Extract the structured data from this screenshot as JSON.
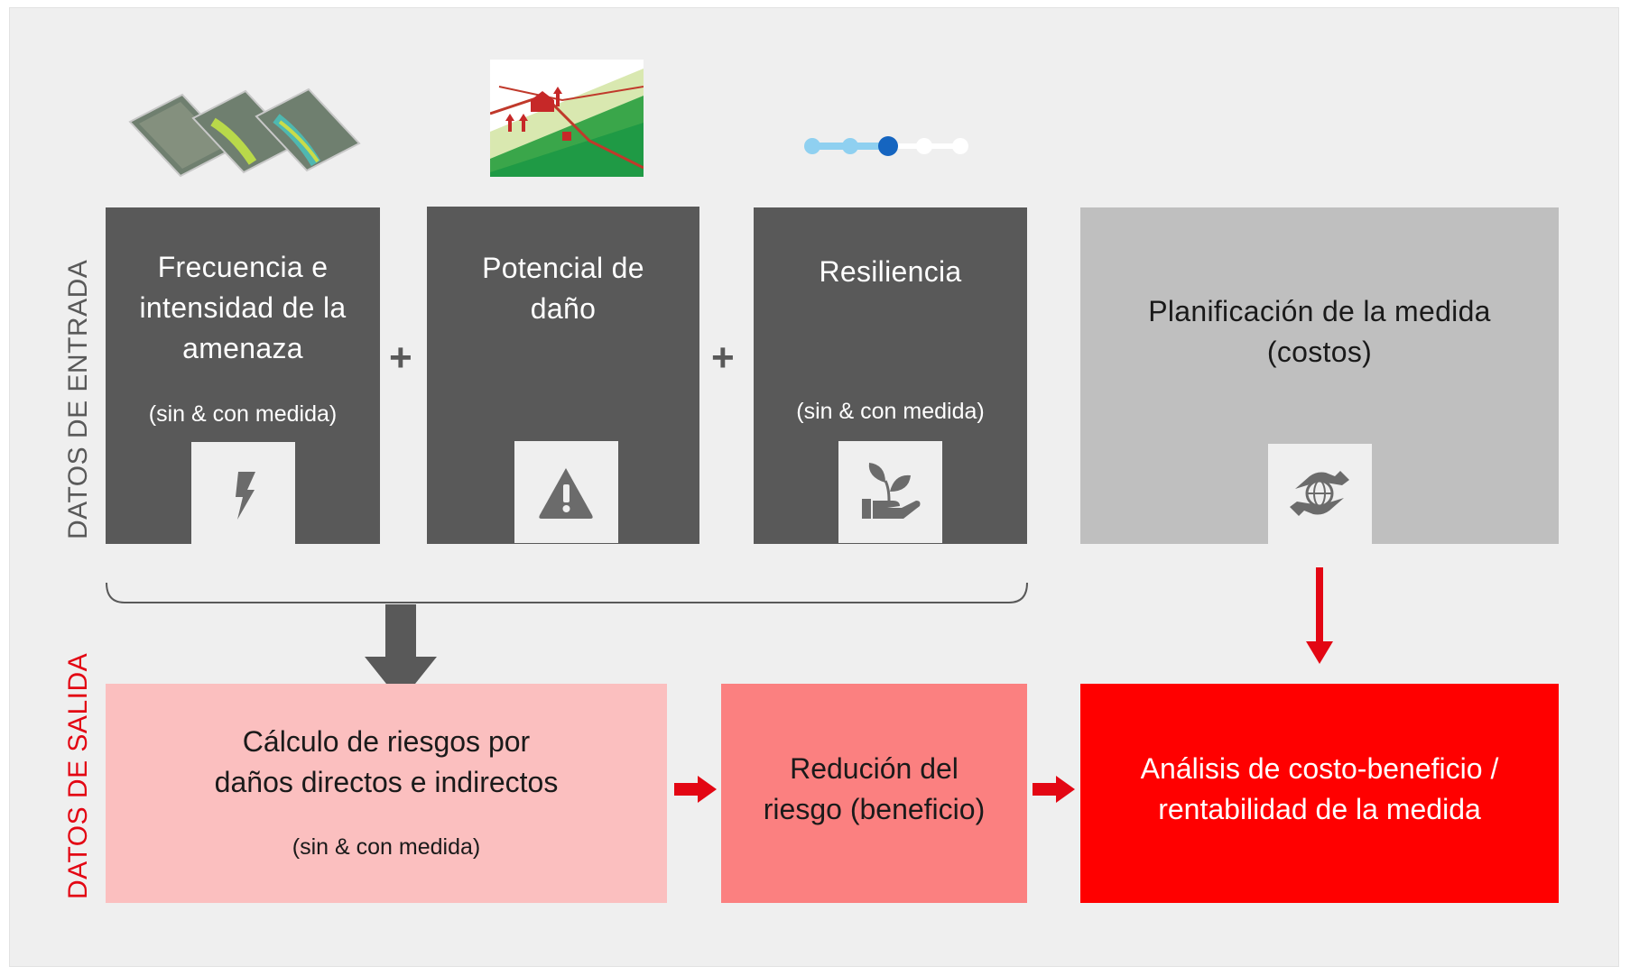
{
  "side_labels": {
    "input": "DATOS DE ENTRADA",
    "output": "DATOS DE SALIDA"
  },
  "inputs": [
    {
      "title": "Frecuencia e intensidad de la amenaza",
      "note": "(sin & con medida)",
      "icon": "lightning-bolt-icon"
    },
    {
      "title": "Potencial de daño",
      "icon": "warning-triangle-icon"
    },
    {
      "title": "Resiliencia",
      "note": "(sin & con medida)",
      "icon": "plant-in-hand-icon"
    }
  ],
  "operators": [
    "+",
    "+"
  ],
  "planning": {
    "title": "Planificación de la medida (costos)",
    "icon": "globe-hands-icon"
  },
  "outputs": [
    {
      "title": "Cálculo de riesgos por daños directos e indirectos",
      "note": "(sin & con medida)"
    },
    {
      "title": "Redución del riesgo (beneficio)"
    },
    {
      "title": "Análisis de costo-beneficio / rentabilidad de la medida"
    }
  ],
  "colors": {
    "input_box": "#595959",
    "planning_box": "#bfbfbf",
    "output_light": "#fbbfbf",
    "output_medium": "#fb8080",
    "output_strong": "#ff0000",
    "accent_red": "#e30613",
    "output_label": "#e30613"
  }
}
